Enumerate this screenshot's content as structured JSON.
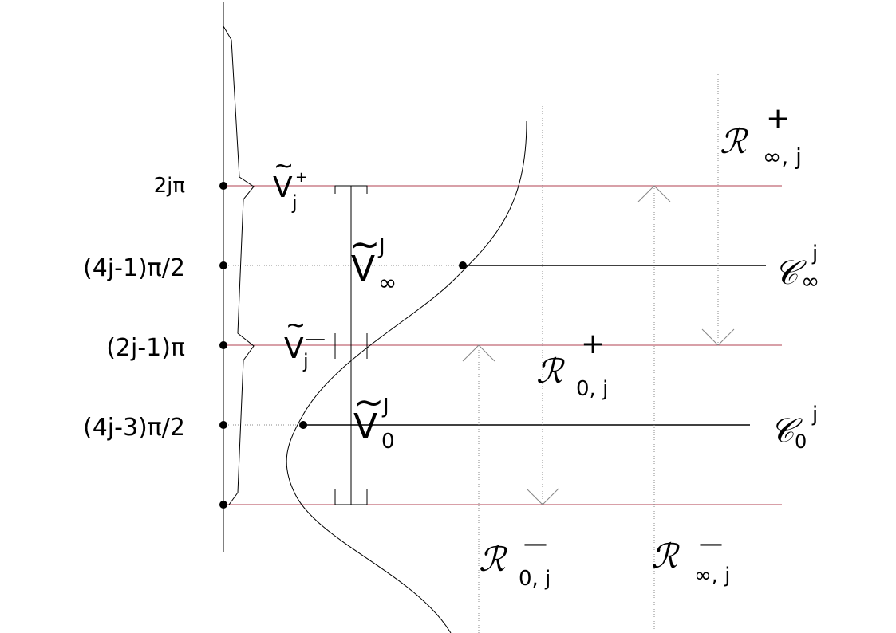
{
  "y_labels": {
    "two_j_pi": "2jπ",
    "four_j_minus_1": "(4j-1)π/2",
    "two_j_minus_1": "(2j-1)π",
    "four_j_minus_3": "(4j-3)π/2"
  },
  "v_tilde_plus": {
    "base": "V",
    "tilde": "~",
    "sup": "+",
    "sub": "j"
  },
  "v_tilde_minus": {
    "base": "V",
    "tilde": "~",
    "sup": "—",
    "sub": "j"
  },
  "v_tilde_inf": {
    "base": "V",
    "tilde": "~",
    "sup": "J",
    "sub": "∞"
  },
  "v_tilde_zero": {
    "base": "V",
    "tilde": "~",
    "sup": "J",
    "sub": "0"
  },
  "c_inf": {
    "base": "𝒞",
    "sup": "j",
    "sub": "∞"
  },
  "c_zero": {
    "base": "𝒞",
    "sup": "j",
    "sub": "0"
  },
  "r_inf_plus": {
    "base": "ℛ",
    "sup": "+",
    "sub": "∞, j"
  },
  "r_zero_plus": {
    "base": "ℛ",
    "sup": "+",
    "sub": "0, j"
  },
  "r_zero_minus": {
    "base": "ℛ",
    "sup": "—",
    "sub": "0, j"
  },
  "r_inf_minus": {
    "base": "ℛ",
    "sup": "—",
    "sub": "∞, j"
  },
  "colors": {
    "red_line": "#b04050",
    "ink": "#000000",
    "dotted": "#888888"
  }
}
